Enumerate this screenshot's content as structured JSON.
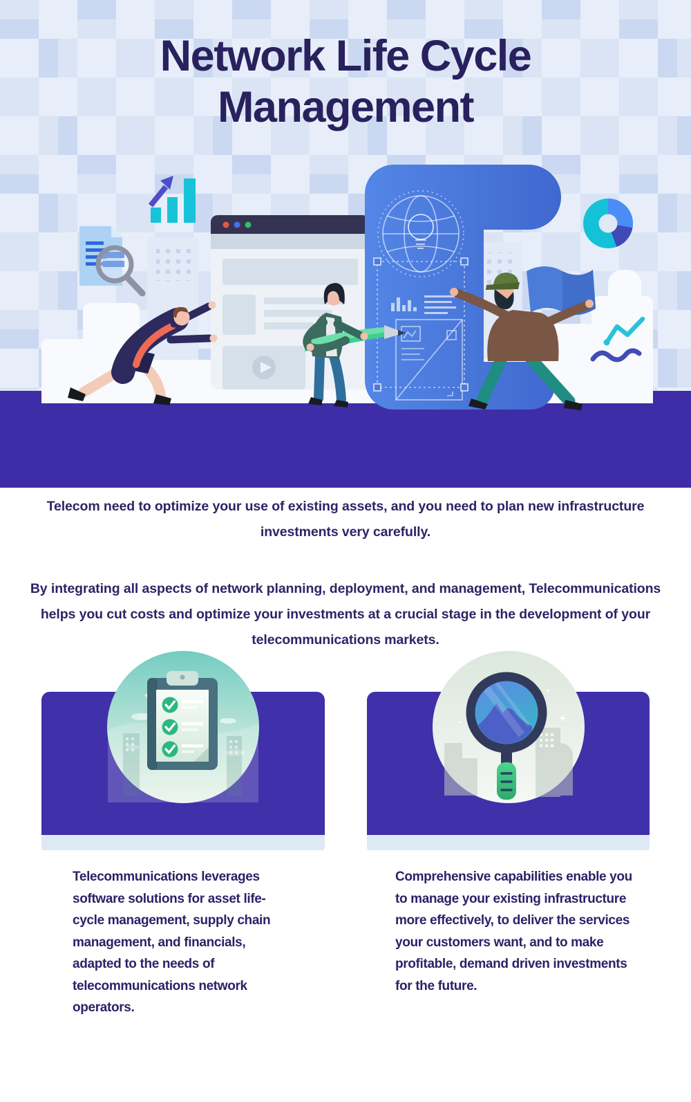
{
  "header": {
    "title_line1": "Network Life Cycle",
    "title_line2": "Management"
  },
  "intro": {
    "p1": "Telecom need to optimize your use of existing assets, and you need to plan new infrastructure investments very carefully.",
    "p2": "By integrating all aspects of network planning, deployment, and management, Telecommunications helps you cut costs and optimize your investments at a crucial stage in the development of your telecommunications markets."
  },
  "cards": [
    {
      "icon": "clipboard-checklist-icon",
      "text": "Telecommunications leverages software solutions for asset life-cycle management, supply chain management, and financials, adapted to the needs of telecommunications network operators."
    },
    {
      "icon": "magnifier-analysis-icon",
      "text": "Comprehensive capabilities enable you to manage your existing infrastructure more effectively, to deliver the services your customers want, and to make profitable, demand driven investments for the future."
    }
  ],
  "hero_illustration": {
    "elements": [
      "growth-chart-icon",
      "document-search-icon",
      "browser-window",
      "blueprint-scroll",
      "donut-chart-icon",
      "trend-lines-icon",
      "person-pushing",
      "person-with-pencil",
      "person-with-flag"
    ]
  },
  "colors": {
    "title_navy": "#28215d",
    "body_navy": "#2a2368",
    "purple_band": "#3e2da6",
    "card_purple": "#4030aa",
    "card_strip": "#dde9f4",
    "hero_background": "#dae4f4",
    "blueprint_blue": "#4a7ade",
    "teal_accent": "#17c3d9",
    "donut_blue": "#4b8cf6",
    "donut_indigo": "#4149b6",
    "check_green": "#2cb87d",
    "handle_green": "#48d18d"
  }
}
